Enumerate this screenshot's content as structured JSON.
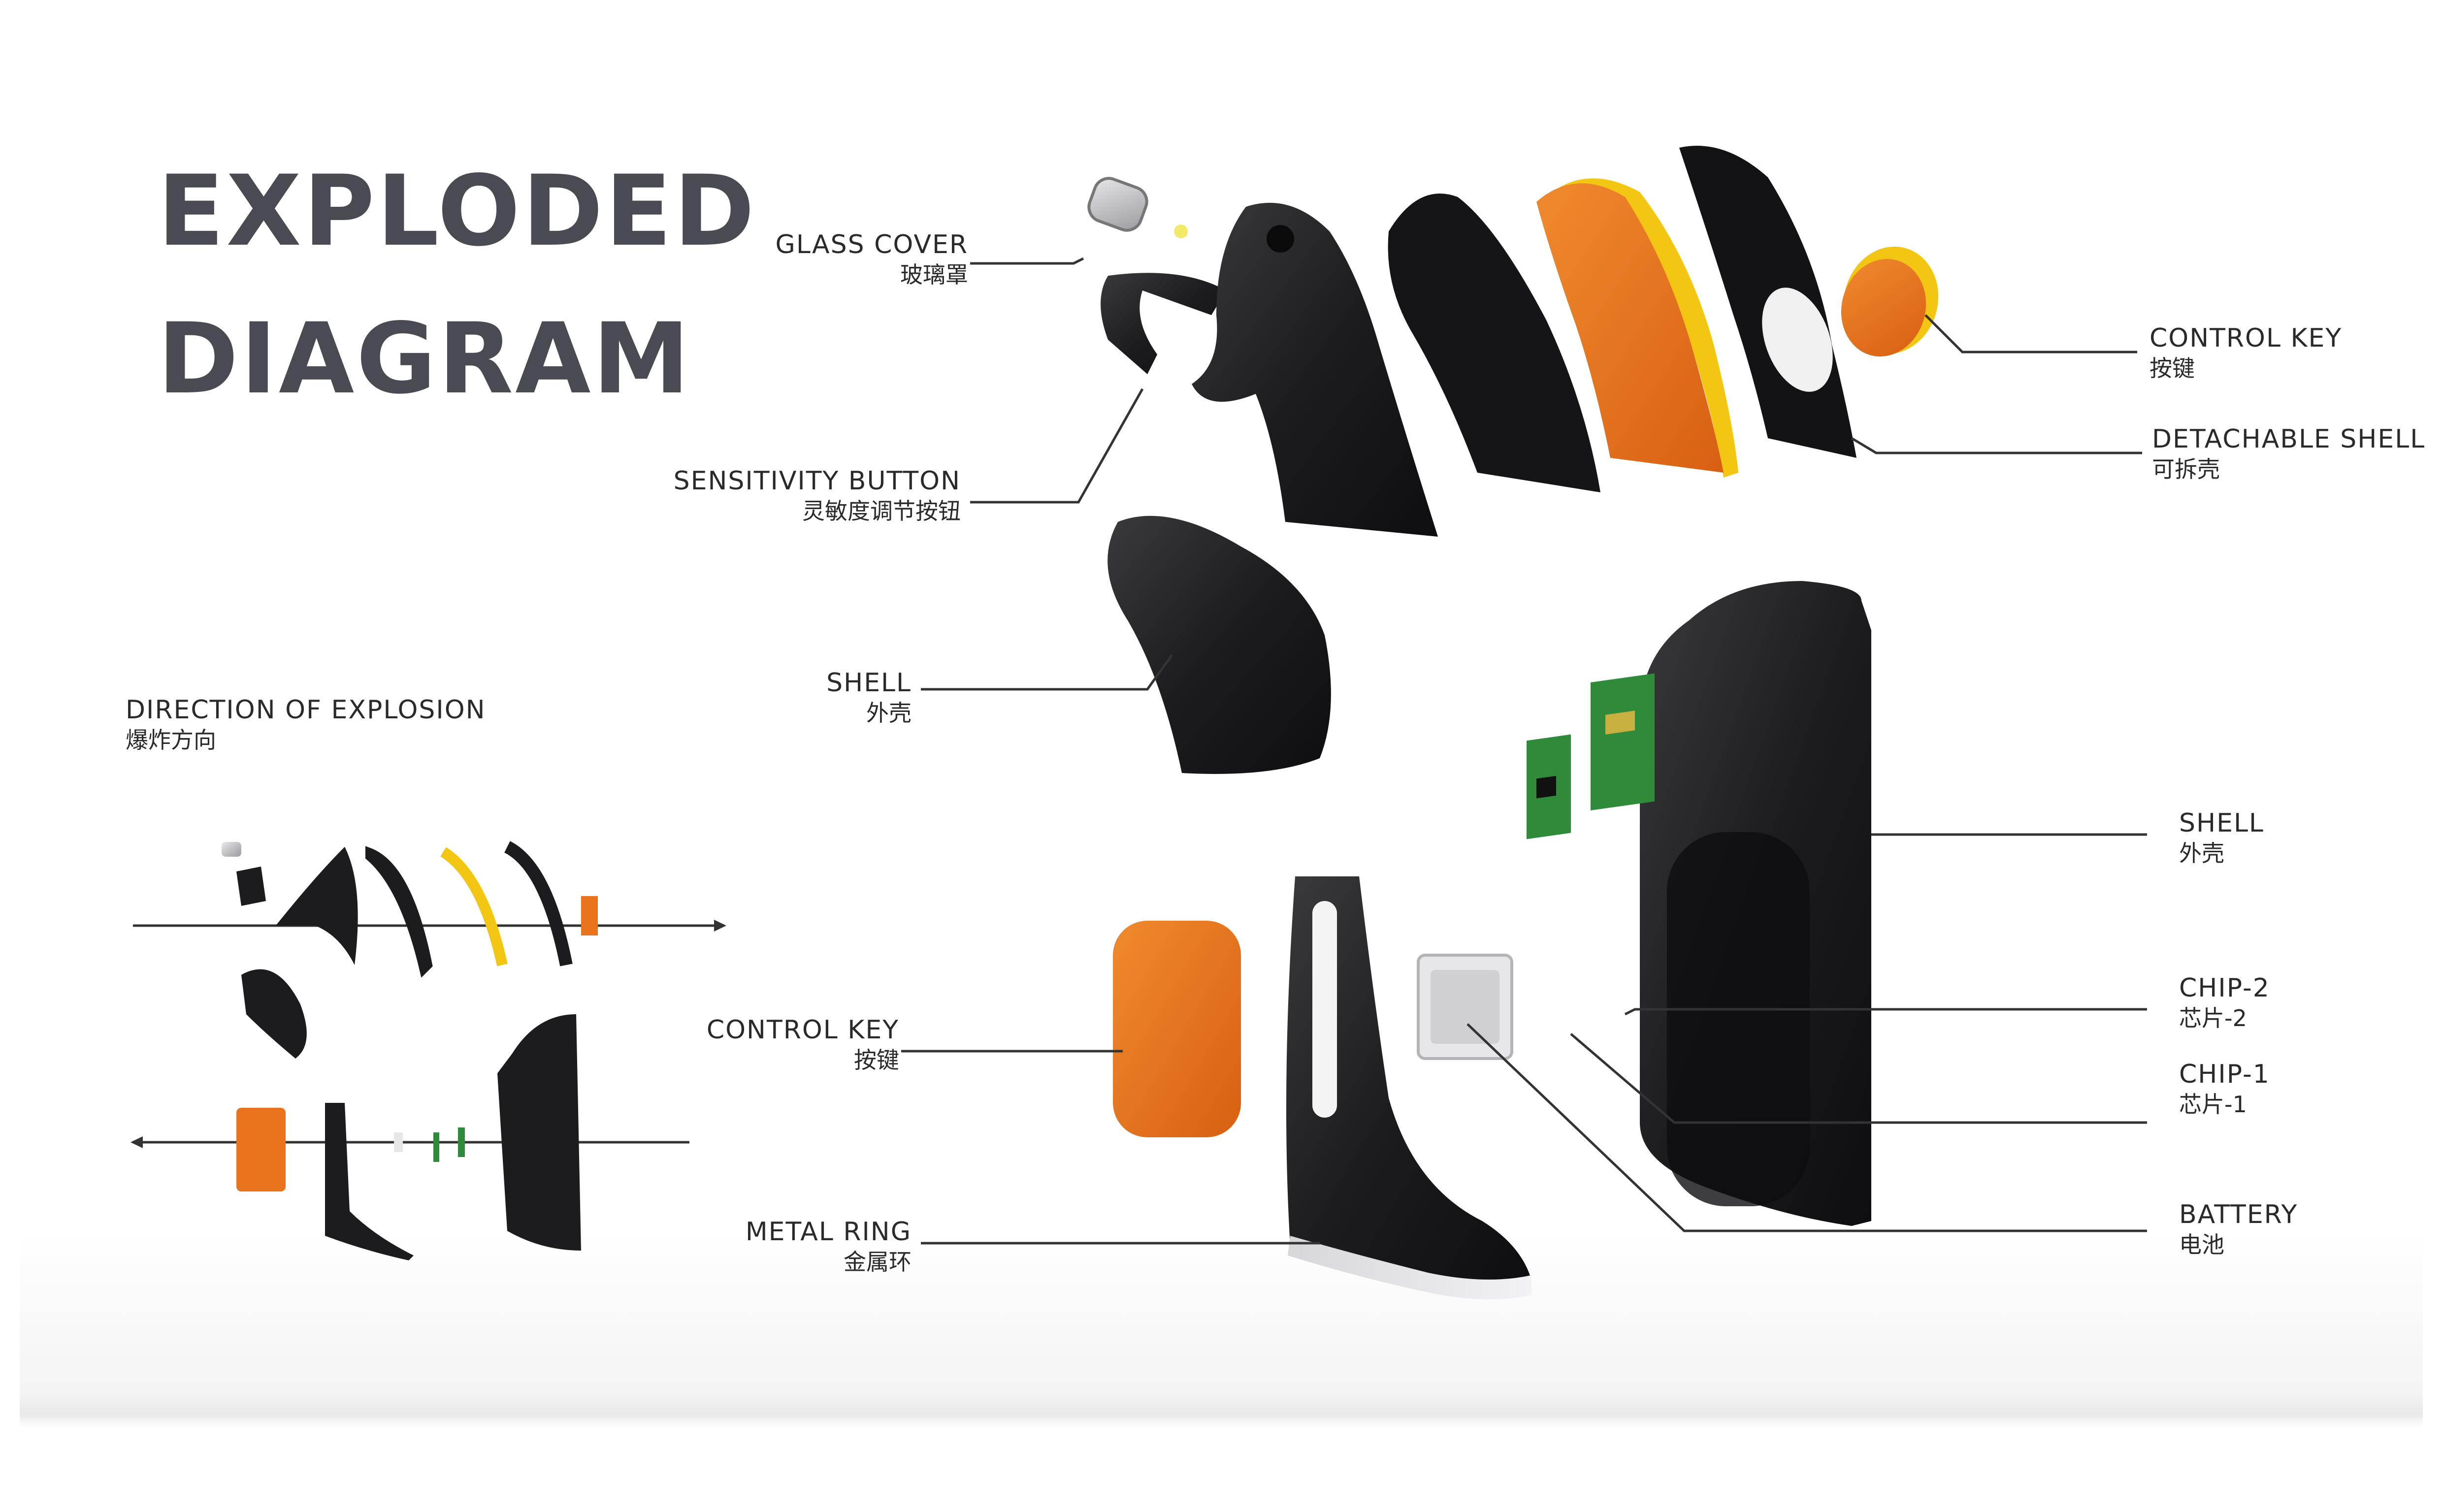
{
  "title": {
    "line1": "EXPLODED",
    "line2": "DIAGRAM"
  },
  "direction": {
    "en": "DIRECTION OF EXPLOSION",
    "zh": "爆炸方向"
  },
  "labels": {
    "glass_cover": {
      "en": "GLASS COVER",
      "zh": "玻璃罩"
    },
    "sensitivity_button": {
      "en": "SENSITIVITY BUTTON",
      "zh": "灵敏度调节按钮"
    },
    "shell_top": {
      "en": "SHELL",
      "zh": "外壳"
    },
    "control_key_top": {
      "en": "CONTROL KEY",
      "zh": "按键"
    },
    "detachable_shell": {
      "en": "DETACHABLE SHELL",
      "zh": "可拆壳"
    },
    "shell_body": {
      "en": "SHELL",
      "zh": "外壳"
    },
    "chip_2": {
      "en": "CHIP-2",
      "zh": "芯片-2"
    },
    "chip_1": {
      "en": "CHIP-1",
      "zh": "芯片-1"
    },
    "battery": {
      "en": "BATTERY",
      "zh": "电池"
    },
    "control_key_bottom": {
      "en": "CONTROL KEY",
      "zh": "按键"
    },
    "metal_ring": {
      "en": "METAL RING",
      "zh": "金属环"
    }
  },
  "colors": {
    "part_black": "#1c1c1e",
    "part_orange": "#e8731c",
    "part_yellow": "#f2c612",
    "chip_green": "#2f8a3a",
    "leader_line": "#333333",
    "title": "#4a4a52"
  }
}
